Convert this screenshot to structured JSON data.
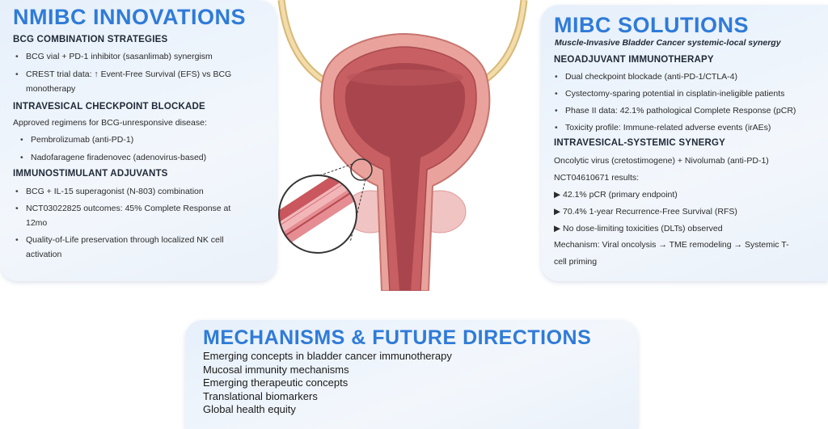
{
  "left": {
    "title": "NMIBC INNOVATIONS",
    "sections": [
      {
        "heading": "BCG COMBINATION STRATEGIES",
        "items": [
          "BCG vial + PD-1 inhibitor (sasanlimab) synergism",
          "CREST trial data: ↑ Event-Free Survival (EFS) vs BCG",
          "monotherapy"
        ]
      },
      {
        "heading": "INTRAVESICAL CHECKPOINT BLOCKADE",
        "intro": "Approved regimens for BCG-unresponsive disease:",
        "items": [
          "Pembrolizumab (anti-PD-1)",
          "Nadofaragene firadenovec (adenovirus-based)"
        ]
      },
      {
        "heading": "IMMUNOSTIMULANT ADJUVANTS",
        "items": [
          "BCG + IL-15 superagonist (N-803) combination",
          "NCT03022825 outcomes: 45% Complete Response at",
          "12mo",
          "Quality-of-Life preservation through localized NK cell",
          "activation"
        ]
      }
    ]
  },
  "right": {
    "title": "MIBC SOLUTIONS",
    "subtitle": "Muscle-Invasive Bladder Cancer systemic-local synergy",
    "neo_heading": "NEOADJUVANT IMMUNOTHERAPY",
    "neo_items": [
      "Dual checkpoint blockade (anti-PD-1/CTLA-4)",
      "Cystectomy-sparing potential in cisplatin-ineligible patients",
      "Phase II data: 42.1% pathological Complete Response (pCR)",
      "Toxicity profile: Immune-related adverse events (irAEs)"
    ],
    "syn_heading": "INTRAVESICAL-SYSTEMIC SYNERGY",
    "syn_line1": "Oncolytic virus (cretostimogene) + Nivolumab (anti-PD-1)",
    "syn_line2": "NCT04610671 results:",
    "results": [
      "▶ 42.1% pCR (primary endpoint)",
      "▶ 70.4% 1-year Recurrence-Free Survival (RFS)",
      "▶ No dose-limiting toxicities (DLTs) observed"
    ],
    "mech1": "Mechanism: Viral oncolysis → TME remodeling → Systemic T-",
    "mech2": "cell priming"
  },
  "bottom": {
    "title": "MECHANISMS & FUTURE DIRECTIONS",
    "items": [
      "Emerging concepts in bladder cancer immunotherapy",
      "Mucosal immunity mechanisms",
      "Emerging therapeutic concepts",
      "Translational biomarkers",
      "Global health equity"
    ]
  },
  "colors": {
    "accent": "#2f7bd8",
    "bladder_outer": "#e79a93",
    "bladder_inner": "#a84a4f",
    "ureter": "#f0d9a6"
  }
}
